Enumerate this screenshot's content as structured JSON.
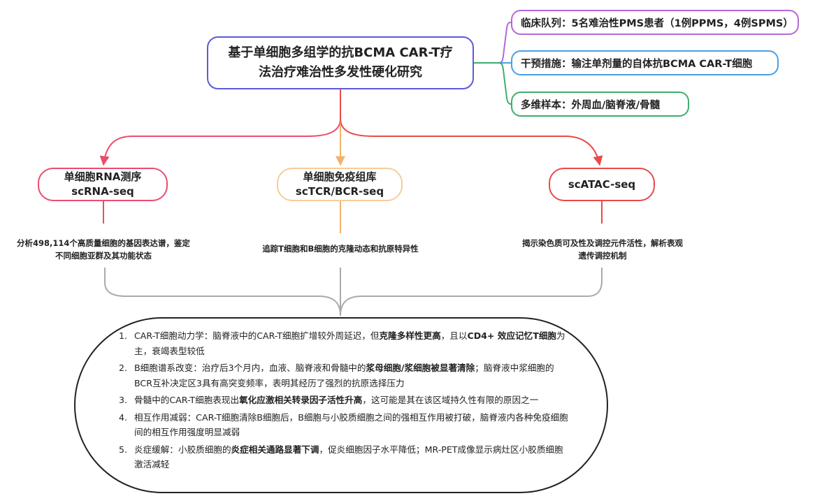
{
  "root": {
    "line1": "基于单细胞多组学的抗BCMA CAR-T疗",
    "line2": "法治疗难治性多发性硬化研究"
  },
  "info": [
    {
      "text": "临床队列：5名难治性PMS患者（1例PPMS，4例SPMS）",
      "color": "#b567d6"
    },
    {
      "text": "干预措施：输注单剂量的自体抗BCMA CAR-T细胞",
      "color": "#4a9fe6"
    },
    {
      "text": "多维样本：外周血/脑脊液/骨髓",
      "color": "#3fae6c"
    }
  ],
  "methods": [
    {
      "line1": "单细胞RNA测序",
      "line2": "scRNA-seq",
      "color": "#ea4d6d",
      "desc_line1": "分析498,114个高质量细胞的基因表达谱，鉴定",
      "desc_line2": "不同细胞亚群及其功能状态"
    },
    {
      "line1": "单细胞免疫组库",
      "line2": "scTCR/BCR-seq",
      "color": "#f2b26b",
      "desc_line1": "追踪T细胞和B细胞的克隆动态和抗原特异性",
      "desc_line2": ""
    },
    {
      "line1": "scATAC-seq",
      "line2": "",
      "color": "#e84a4a",
      "desc_line1": "揭示染色质可及性及调控元件活性，解析表观",
      "desc_line2": "遗传调控机制"
    }
  ],
  "findings": [
    {
      "num": "1.",
      "segments": [
        {
          "text": "CAR-T细胞动力学：脑脊液中的CAR-T细胞扩增较外周延迟，但",
          "bold": false
        },
        {
          "text": "克隆多样性更高",
          "bold": true
        },
        {
          "text": "，且以",
          "bold": false
        },
        {
          "text": "CD4+ 效应记忆T细胞",
          "bold": true
        },
        {
          "text": "为主，衰竭表型较低",
          "bold": false
        }
      ]
    },
    {
      "num": "2.",
      "segments": [
        {
          "text": "B细胞谱系改变：治疗后3个月内，血液、脑脊液和骨髓中的",
          "bold": false
        },
        {
          "text": "浆母细胞/浆细胞被显著清除",
          "bold": true
        },
        {
          "text": "；脑脊液中浆细胞的BCR互补决定区3具有高突变频率，表明其经历了强烈的抗原选择压力",
          "bold": false
        }
      ]
    },
    {
      "num": "3.",
      "segments": [
        {
          "text": "骨髓中的CAR-T细胞表现出",
          "bold": false
        },
        {
          "text": "氧化应激相关转录因子活性升高",
          "bold": true
        },
        {
          "text": "，这可能是其在该区域持久性有限的原因之一",
          "bold": false
        }
      ]
    },
    {
      "num": "4.",
      "segments": [
        {
          "text": "相互作用减弱：CAR-T细胞清除B细胞后，B细胞与小胶质细胞之间的强相互作用被打破，脑脊液内各种免疫细胞间的相互作用强度明显减弱",
          "bold": false
        }
      ]
    },
    {
      "num": "5.",
      "segments": [
        {
          "text": "炎症缓解：小胶质细胞的",
          "bold": false
        },
        {
          "text": "炎症相关通路显著下调",
          "bold": true
        },
        {
          "text": "，促炎细胞因子水平降低；MR-PET成像显示病灶区小胶质细胞激活减轻",
          "bold": false
        }
      ]
    }
  ]
}
